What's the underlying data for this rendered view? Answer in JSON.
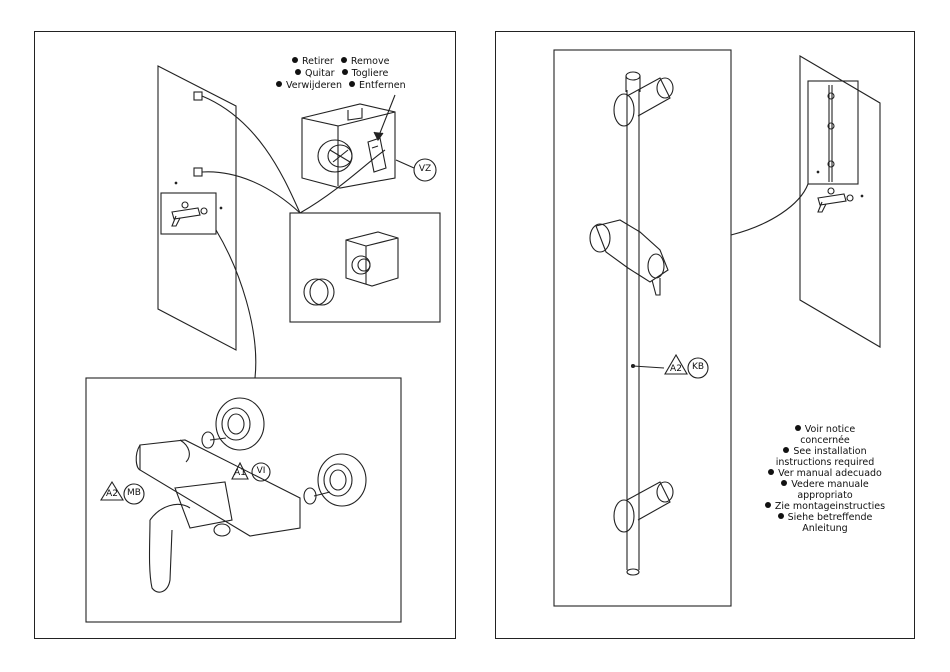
{
  "remove_legend": {
    "fr": "Retirer",
    "en": "Remove",
    "es": "Quitar",
    "it": "Togliere",
    "nl": "Verwijderen",
    "de": "Entfernen"
  },
  "labels": {
    "vz": "VZ",
    "a1": "A1",
    "vi": "VI",
    "a2_mb": "A2",
    "mb": "MB",
    "a2_kb": "A2",
    "kb": "KB"
  },
  "manual_legend": {
    "fr1": "Voir notice",
    "fr2": "concernée",
    "en1": "See installation",
    "en2": "instructions required",
    "es": "Ver manual adecuado",
    "it1": "Vedere manuale",
    "it2": "appropriato",
    "nl": "Zie montageinstructies",
    "de1": "Siehe betreffende",
    "de2": "Anleitung"
  }
}
